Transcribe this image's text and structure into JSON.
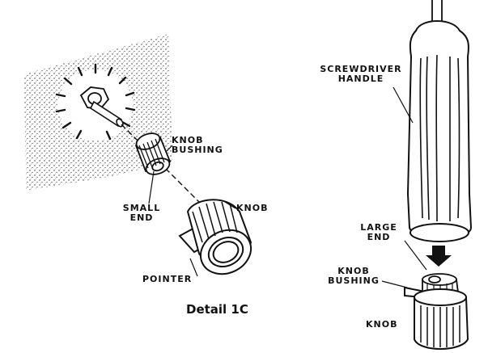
{
  "labels": {
    "knob_bushing_left": [
      "KNOB",
      "BUSHING"
    ],
    "small_end": [
      "SMALL",
      "END"
    ],
    "knob_left": "KNOB",
    "pointer": "POINTER",
    "screwdriver_handle": [
      "SCREWDRIVER",
      "HANDLE"
    ],
    "large_end": [
      "LARGE",
      "END"
    ],
    "knob_bushing_right": [
      "KNOB",
      "BUSHING"
    ],
    "knob_right": "KNOB"
  },
  "caption": "Detail 1C"
}
